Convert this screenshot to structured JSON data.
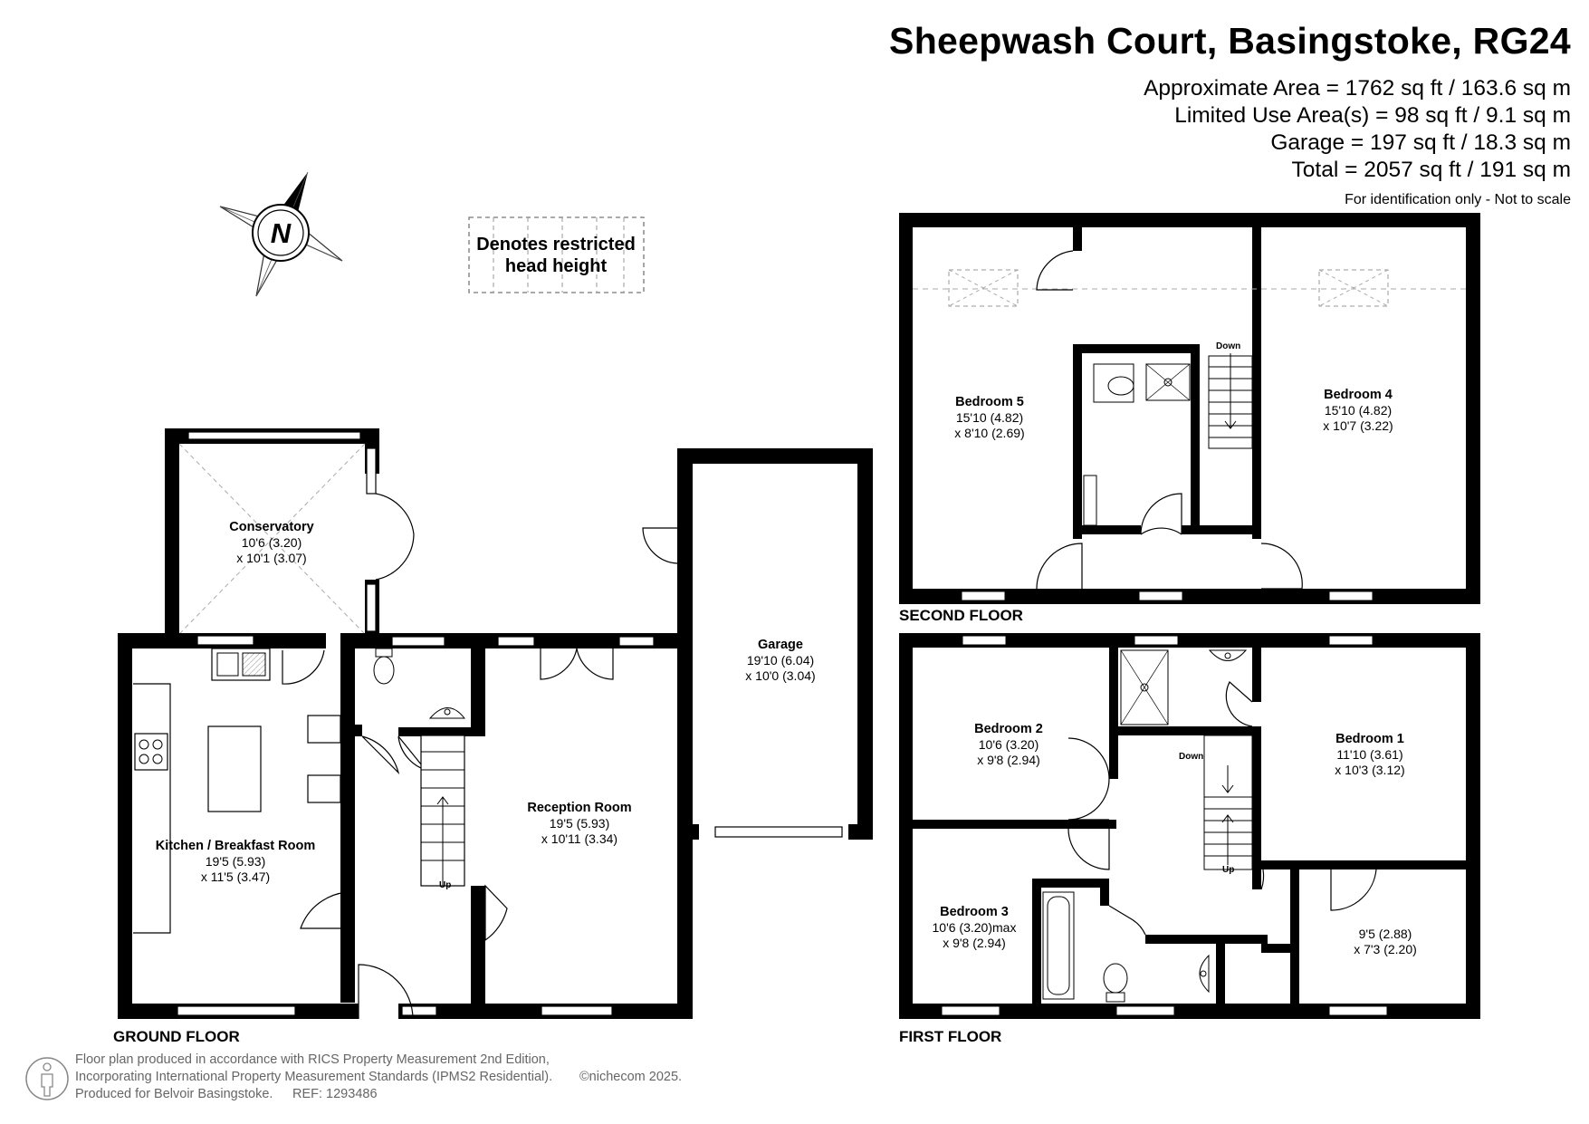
{
  "header": {
    "title": "Sheepwash Court, Basingstoke, RG24",
    "approx_area": "Approximate Area = 1762 sq ft / 163.6 sq m",
    "limited_use": "Limited Use Area(s) = 98 sq ft / 9.1 sq m",
    "garage_area": "Garage = 197 sq ft / 18.3 sq m",
    "total": "Total = 2057 sq ft / 191 sq m",
    "disclaimer": "For identification only - Not to scale"
  },
  "compass": {
    "label": "N",
    "icon": "north-arrow-icon"
  },
  "legend": {
    "line1": "Denotes restricted",
    "line2": "head height"
  },
  "floors": {
    "ground": "GROUND FLOOR",
    "first": "FIRST FLOOR",
    "second": "SECOND FLOOR"
  },
  "rooms": {
    "conservatory": {
      "name": "Conservatory",
      "d1": "10'6 (3.20)",
      "d2": "x 10'1 (3.07)"
    },
    "kitchen": {
      "name": "Kitchen / Breakfast Room",
      "d1": "19'5 (5.93)",
      "d2": "x 11'5 (3.47)"
    },
    "reception": {
      "name": "Reception Room",
      "d1": "19'5 (5.93)",
      "d2": "x 10'11 (3.34)"
    },
    "garage": {
      "name": "Garage",
      "d1": "19'10 (6.04)",
      "d2": "x 10'0 (3.04)"
    },
    "bedroom5": {
      "name": "Bedroom 5",
      "d1": "15'10 (4.82)",
      "d2": "x 8'10 (2.69)"
    },
    "bedroom4": {
      "name": "Bedroom 4",
      "d1": "15'10 (4.82)",
      "d2": "x 10'7 (3.22)"
    },
    "bedroom2": {
      "name": "Bedroom 2",
      "d1": "10'6 (3.20)",
      "d2": "x 9'8 (2.94)"
    },
    "bedroom1": {
      "name": "Bedroom 1",
      "d1": "11'10 (3.61)",
      "d2": "x 10'3 (3.12)"
    },
    "bedroom3": {
      "name": "Bedroom 3",
      "d1": "10'6 (3.20)max",
      "d2": "x 9'8 (2.94)"
    },
    "room_small": {
      "d1": "9'5 (2.88)",
      "d2": "x 7'3 (2.20)"
    }
  },
  "stairs": {
    "ground_up": "Up",
    "first_down": "Down",
    "first_up": "Up",
    "second_down": "Down"
  },
  "footer": {
    "line1": "Floor plan produced in accordance with RICS Property Measurement 2nd Edition,",
    "line2": "Incorporating International Property Measurement Standards (IPMS2 Residential).",
    "copyright": "©nichecom 2025.",
    "line3": "Produced for Belvoir Basingstoke.",
    "ref": "REF:  1293486",
    "icon": "person-icon"
  },
  "colors": {
    "walls": "#000000",
    "footer_text": "#666666",
    "fixture_grey": "#888888"
  }
}
